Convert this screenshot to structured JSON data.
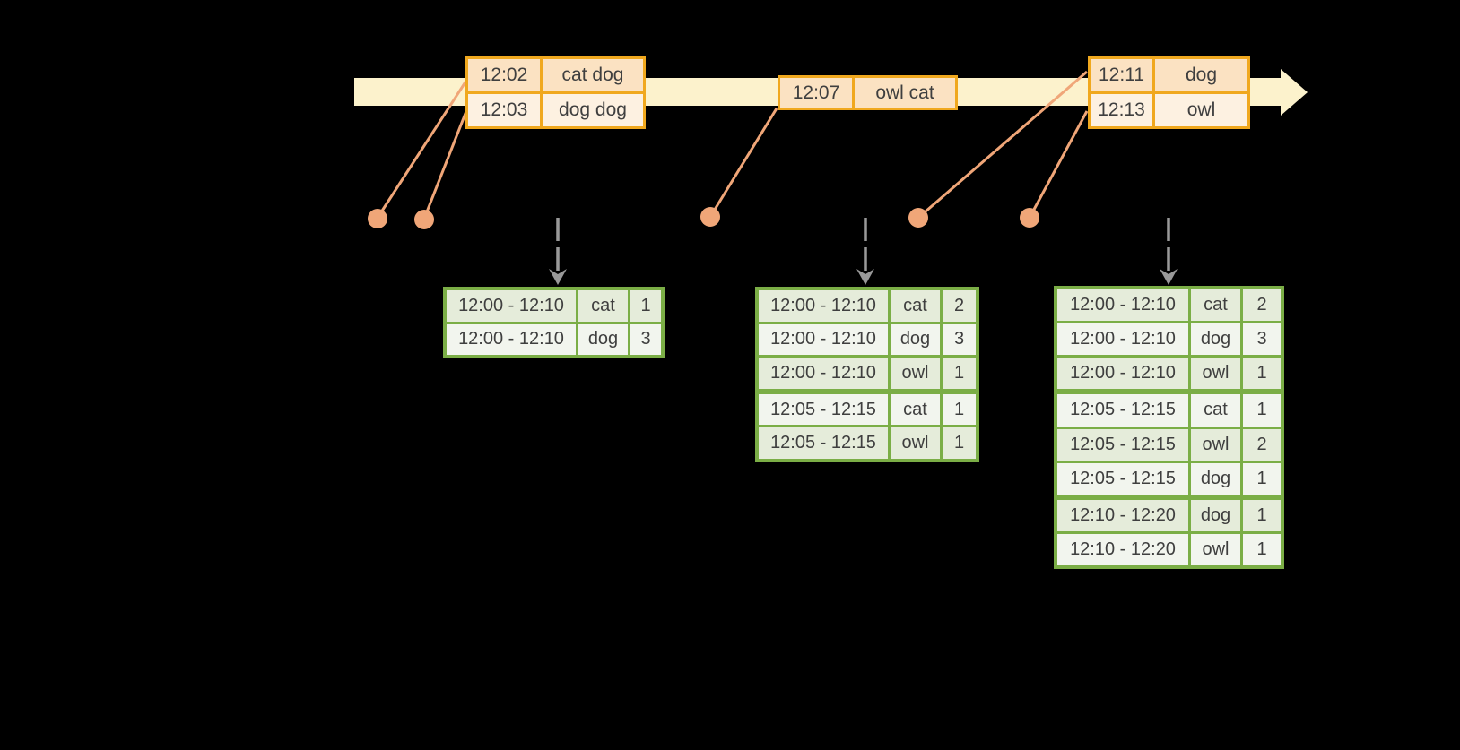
{
  "diagram_title": "windowed grouped aggregation stream diagram",
  "colors": {
    "background": "#000000",
    "timeline_band": "#fcf2cc",
    "event_table_border": "#f0a81e",
    "event_row_dark": "#fbe2c2",
    "event_row_light": "#fdf1e1",
    "connector_orange": "#f0a678",
    "trigger_arrow_gray": "#999999",
    "result_table_border": "#7bae46",
    "result_row_dark": "#e5ecda",
    "result_row_light": "#f2f5ee",
    "text": "#3f3f3f"
  },
  "event_tables": [
    {
      "rows": [
        {
          "time": "12:02",
          "words": "cat dog"
        },
        {
          "time": "12:03",
          "words": "dog dog"
        }
      ]
    },
    {
      "rows": [
        {
          "time": "12:07",
          "words": "owl cat"
        }
      ]
    },
    {
      "rows": [
        {
          "time": "12:11",
          "words": "dog"
        },
        {
          "time": "12:13",
          "words": "owl"
        }
      ]
    }
  ],
  "result_tables": [
    {
      "rows": [
        {
          "window": "12:00 - 12:10",
          "word": "cat",
          "count": "1"
        },
        {
          "window": "12:00 - 12:10",
          "word": "dog",
          "count": "3"
        }
      ]
    },
    {
      "rows": [
        {
          "window": "12:00 - 12:10",
          "word": "cat",
          "count": "2"
        },
        {
          "window": "12:00 - 12:10",
          "word": "dog",
          "count": "3"
        },
        {
          "window": "12:00 - 12:10",
          "word": "owl",
          "count": "1"
        },
        {
          "window": "12:05 - 12:15",
          "word": "cat",
          "count": "1"
        },
        {
          "window": "12:05 - 12:15",
          "word": "owl",
          "count": "1"
        }
      ]
    },
    {
      "rows": [
        {
          "window": "12:00 - 12:10",
          "word": "cat",
          "count": "2"
        },
        {
          "window": "12:00 - 12:10",
          "word": "dog",
          "count": "3"
        },
        {
          "window": "12:00 - 12:10",
          "word": "owl",
          "count": "1"
        },
        {
          "window": "12:05 - 12:15",
          "word": "cat",
          "count": "1"
        },
        {
          "window": "12:05 - 12:15",
          "word": "owl",
          "count": "2"
        },
        {
          "window": "12:05 - 12:15",
          "word": "dog",
          "count": "1"
        },
        {
          "window": "12:10 - 12:20",
          "word": "dog",
          "count": "1"
        },
        {
          "window": "12:10 - 12:20",
          "word": "owl",
          "count": "1"
        }
      ]
    }
  ]
}
